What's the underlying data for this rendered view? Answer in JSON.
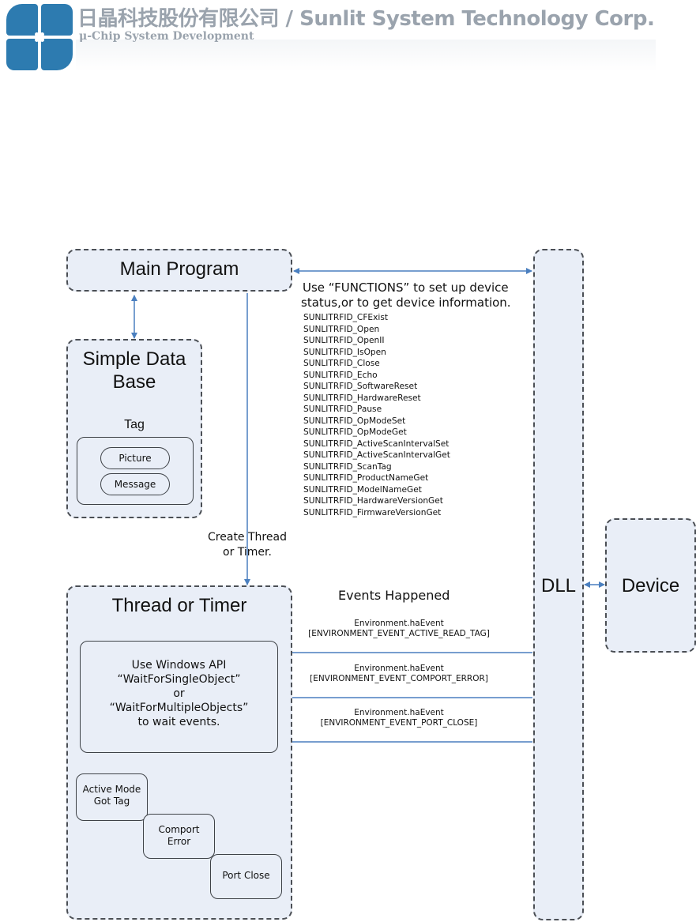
{
  "header": {
    "company": "日晶科技股份有限公司 / Sunlit System Technology Corp.",
    "tagline": "μ-Chip System Development"
  },
  "main_program": {
    "title": "Main Program"
  },
  "functions_note": {
    "line1": "Use “FUNCTIONS” to set up device",
    "line2": "status,or to get device information."
  },
  "functions": [
    "SUNLITRFID_CFExist",
    "SUNLITRFID_Open",
    "SUNLITRFID_OpenII",
    "SUNLITRFID_IsOpen",
    "SUNLITRFID_Close",
    "SUNLITRFID_Echo",
    "SUNLITRFID_SoftwareReset",
    "SUNLITRFID_HardwareReset",
    "SUNLITRFID_Pause",
    "SUNLITRFID_OpModeSet",
    "SUNLITRFID_OpModeGet",
    "SUNLITRFID_ActiveScanIntervalSet",
    "SUNLITRFID_ActiveScanIntervalGet",
    "SUNLITRFID_ScanTag",
    "SUNLITRFID_ProductNameGet",
    "SUNLITRFID_ModelNameGet",
    "SUNLITRFID_HardwareVersionGet",
    "SUNLITRFID_FirmwareVersionGet"
  ],
  "database": {
    "title_line1": "Simple Data",
    "title_line2": "Base",
    "tag_label": "Tag",
    "fields": [
      "Picture",
      "Message"
    ]
  },
  "create_thread": {
    "line1": "Create Thread",
    "line2": "or Timer."
  },
  "thread_box": {
    "title": "Thread or Timer",
    "wait_lines": [
      "Use Windows API",
      "“WaitForSingleObject”",
      "or",
      "“WaitForMultipleObjects”",
      "to wait events."
    ],
    "outcomes": [
      {
        "line1": "Active Mode",
        "line2": "Got Tag"
      },
      {
        "line1": "Comport",
        "line2": "Error"
      },
      {
        "line1": "Port Close",
        "line2": ""
      }
    ]
  },
  "events": {
    "title": "Events Happened",
    "items": [
      {
        "line1": "Environment.haEvent",
        "line2": "[ENVIRONMENT_EVENT_ACTIVE_READ_TAG]"
      },
      {
        "line1": "Environment.haEvent",
        "line2": "[ENVIRONMENT_EVENT_COMPORT_ERROR]"
      },
      {
        "line1": "Environment.haEvent",
        "line2": "[ENVIRONMENT_EVENT_PORT_CLOSE]"
      }
    ]
  },
  "dll": {
    "title": "DLL"
  },
  "device": {
    "title": "Device"
  },
  "colors": {
    "arrow": "#4a7fbf",
    "box_fill": "#e9eef7",
    "logo": "#2d7bb0",
    "header_text": "#9aa3ad"
  }
}
